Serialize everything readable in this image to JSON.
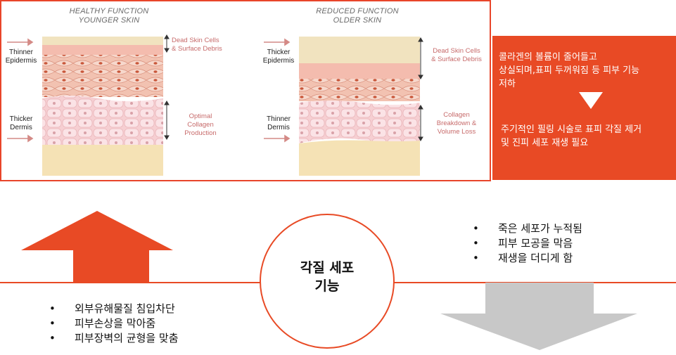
{
  "colors": {
    "accent": "#e84a25",
    "frame": "#e8452a",
    "up_arrow": "#e84a25",
    "down_arrow": "#c8c8c8",
    "note_text": "#c76a6a"
  },
  "panel_left": {
    "title_line1": "HEALTHY FUNCTION",
    "title_line2": "YOUNGER SKIN",
    "epidermis_line1": "Thinner",
    "epidermis_line2": "Epidermis",
    "dermis_line1": "Thicker",
    "dermis_line2": "Dermis",
    "note_top_line1": "Dead Skin Cells",
    "note_top_line2": "& Surface Debris",
    "note_bottom_line1": "Optimal",
    "note_bottom_line2": "Collagen",
    "note_bottom_line3": "Production"
  },
  "panel_right": {
    "title_line1": "REDUCED FUNCTION",
    "title_line2": "OLDER SKIN",
    "epidermis_line1": "Thicker",
    "epidermis_line2": "Epidermis",
    "dermis_line1": "Thinner",
    "dermis_line2": "Dermis",
    "note_top_line1": "Dead Skin Cells",
    "note_top_line2": "& Surface Debris",
    "note_bottom_line1": "Collagen",
    "note_bottom_line2": "Breakdown &",
    "note_bottom_line3": "Volume Loss"
  },
  "orange_box": {
    "line1": "콜라겐의 볼륨이 줄어들고",
    "line2": "상실되며,표피 두꺼워짐 등 피부 기능",
    "line3": "저하",
    "line4": "주기적인 필링 시술로 표피 각질 제거",
    "line5": "및 진피 세포 재생 필요"
  },
  "center": {
    "line1": "각질 세포",
    "line2": "기능"
  },
  "left_bullets": [
    "외부유해물질 침입차단",
    "피부손상을 막아줌",
    "피부장벽의 균형을 맞춤"
  ],
  "right_bullets": [
    "죽은 세포가 누적됨",
    "피부 모공을 막음",
    "재생을 더디게 함"
  ]
}
